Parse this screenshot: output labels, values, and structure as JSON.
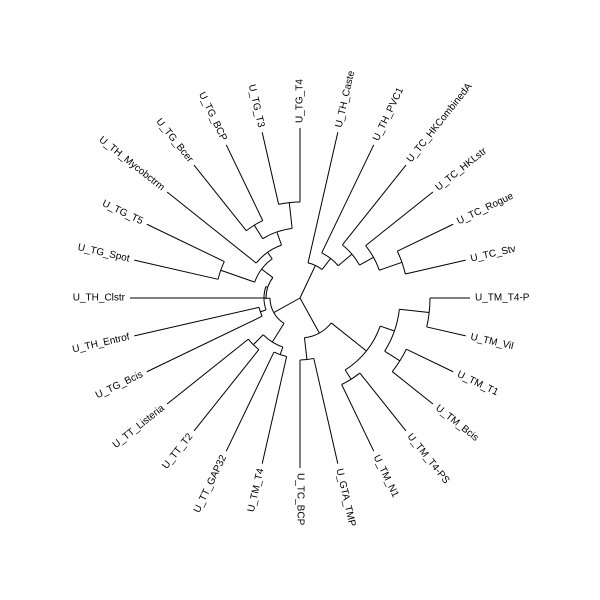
{
  "tree": {
    "leaves": [
      "U_TM_T4-P",
      "U_TM_Vil",
      "U_TM_T1",
      "U_TM_Bcis",
      "U_TM_T4-PS",
      "U_TM_N1",
      "U_GTA_TMP",
      "U_TC_BCP",
      "U_TM_T4",
      "U_TT_GAP32",
      "U_TT_T2",
      "U_TT_Listeria",
      "U_TG_Bcis",
      "U_TH_Entrof",
      "U_TH_Clstr",
      "U_TG_Spot",
      "U_TG_T5",
      "U_TH_Mycobctrm",
      "U_TG_Bcer",
      "U_TG_BCP",
      "U_TG_T3",
      "U_TG_T4",
      "U_TH_Caste",
      "U_TH_PVC1",
      "U_TC_HKCombinedA",
      "U_TC_HKLstr",
      "U_TC_Rogue",
      "U_TC_Stv"
    ],
    "line_color": "#000000",
    "label_color": "#000000"
  }
}
